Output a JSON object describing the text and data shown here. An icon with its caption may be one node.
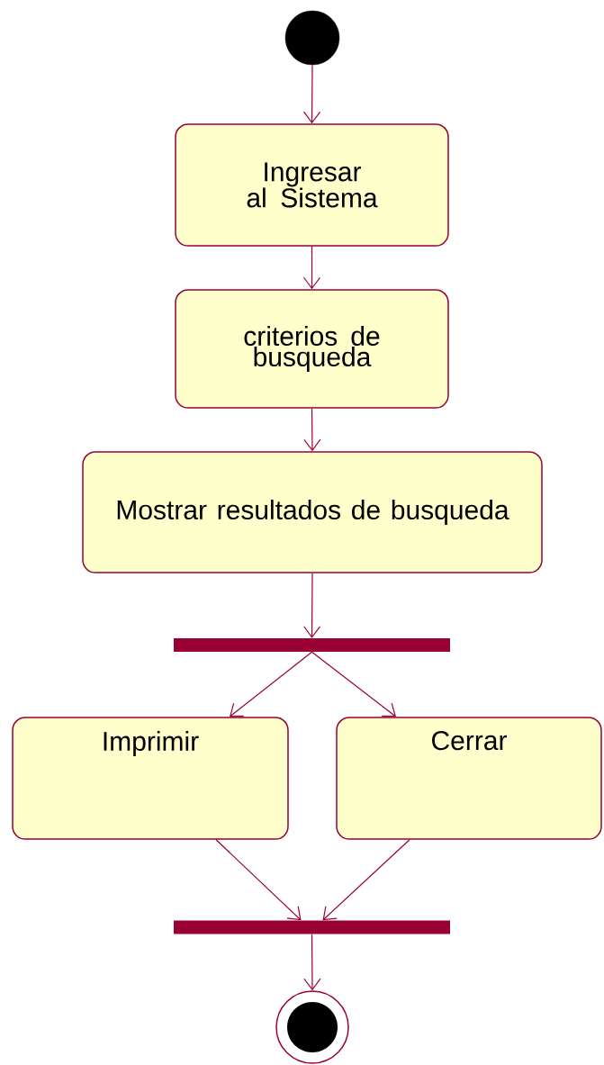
{
  "diagram": {
    "nodes": [
      {
        "text": [],
        "shape": "circle"
      },
      {
        "text": [
          "Ingresar al Sistema"
        ]
      },
      {
        "text": [
          "criterios de busqueda"
        ]
      },
      {
        "text": [
          "Mostrar resultados de busqueda"
        ]
      },
      {
        "text": [],
        "shape": "bar"
      },
      {
        "text": [
          "Imprimir"
        ]
      },
      {
        "text": [
          "Cerrar"
        ]
      },
      {
        "text": [],
        "shape": "bar"
      },
      {
        "text": [],
        "shape": "circle"
      }
    ],
    "edges": [
      {
        "from": 0,
        "to": 1,
        "arrow": "to"
      },
      {
        "from": 1,
        "to": 2,
        "arrow": "to"
      },
      {
        "from": 2,
        "to": 3,
        "arrow": "to"
      },
      {
        "from": 3,
        "to": 4,
        "arrow": "to"
      },
      {
        "from": 4,
        "to": 5,
        "arrow": "to"
      },
      {
        "from": 4,
        "to": 6,
        "arrow": "to"
      },
      {
        "from": 5,
        "to": 7,
        "arrow": "to"
      },
      {
        "from": 6,
        "to": 7,
        "arrow": "to"
      },
      {
        "from": 7,
        "to": 8,
        "arrow": "to"
      }
    ]
  }
}
